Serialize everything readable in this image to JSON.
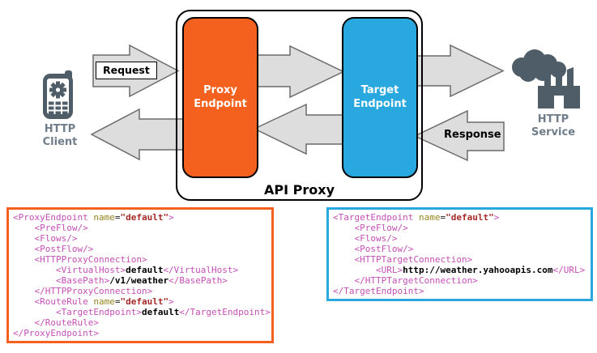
{
  "diagram": {
    "api_proxy_label": "API Proxy",
    "client_label": "HTTP\nClient",
    "service_label": "HTTP\nService",
    "proxy_endpoint_label": "Proxy\nEndpoint",
    "target_endpoint_label": "Target\nEndpoint",
    "request_label": "Request",
    "response_label": "Response"
  },
  "colors": {
    "proxy": "#F4611E",
    "target": "#29A8DF",
    "arrow_fill": "#DDDDDD",
    "arrow_stroke": "#6B6B6B",
    "icon": "#4E5D68",
    "label_gray": "#6F7E8A",
    "xml_tag": "#C44FB5",
    "xml_attr": "#95841F",
    "xml_val": "#A52A2A",
    "xml_text": "#000000"
  },
  "code_blocks": [
    {
      "title": "ProxyEndpoint configuration",
      "border_color": "#F4611E",
      "lines": [
        [
          {
            "t": "tag",
            "s": "<ProxyEndpoint"
          },
          {
            "t": "plain",
            "s": " "
          },
          {
            "t": "attr",
            "s": "name"
          },
          {
            "t": "plain",
            "s": "="
          },
          {
            "t": "val",
            "s": "\"default\""
          },
          {
            "t": "tag",
            "s": ">"
          }
        ],
        [
          {
            "t": "tag",
            "s": "    <PreFlow/>"
          }
        ],
        [
          {
            "t": "tag",
            "s": "    <Flows/>"
          }
        ],
        [
          {
            "t": "tag",
            "s": "    <PostFlow/>"
          }
        ],
        [
          {
            "t": "tag",
            "s": "    <HTTPProxyConnection>"
          }
        ],
        [
          {
            "t": "tag",
            "s": "        <VirtualHost>"
          },
          {
            "t": "txt",
            "s": "default"
          },
          {
            "t": "tag",
            "s": "</VirtualHost>"
          }
        ],
        [
          {
            "t": "tag",
            "s": "        <BasePath>"
          },
          {
            "t": "txt",
            "s": "/v1/weather"
          },
          {
            "t": "tag",
            "s": "</BasePath>"
          }
        ],
        [
          {
            "t": "tag",
            "s": "    </HTTPProxyConnection>"
          }
        ],
        [
          {
            "t": "tag",
            "s": "    <RouteRule"
          },
          {
            "t": "plain",
            "s": " "
          },
          {
            "t": "attr",
            "s": "name"
          },
          {
            "t": "plain",
            "s": "="
          },
          {
            "t": "val",
            "s": "\"default\""
          },
          {
            "t": "tag",
            "s": ">"
          }
        ],
        [
          {
            "t": "tag",
            "s": "        <TargetEndpoint>"
          },
          {
            "t": "txt",
            "s": "default"
          },
          {
            "t": "tag",
            "s": "</TargetEndpoint>"
          }
        ],
        [
          {
            "t": "tag",
            "s": "    </RouteRule>"
          }
        ],
        [
          {
            "t": "tag",
            "s": "</ProxyEndpoint>"
          }
        ]
      ]
    },
    {
      "title": "TargetEndpoint configuration",
      "border_color": "#29A8DF",
      "lines": [
        [
          {
            "t": "tag",
            "s": "<TargetEndpoint"
          },
          {
            "t": "plain",
            "s": " "
          },
          {
            "t": "attr",
            "s": "name"
          },
          {
            "t": "plain",
            "s": "="
          },
          {
            "t": "val",
            "s": "\"default\""
          },
          {
            "t": "tag",
            "s": ">"
          }
        ],
        [
          {
            "t": "tag",
            "s": "    <PreFlow/>"
          }
        ],
        [
          {
            "t": "tag",
            "s": "    <Flows/>"
          }
        ],
        [
          {
            "t": "tag",
            "s": "    <PostFlow/>"
          }
        ],
        [
          {
            "t": "tag",
            "s": "    <HTTPTargetConnection>"
          }
        ],
        [
          {
            "t": "tag",
            "s": "        <URL>"
          },
          {
            "t": "txt",
            "s": "http://weather.yahooapis.com"
          },
          {
            "t": "tag",
            "s": "</URL>"
          }
        ],
        [
          {
            "t": "tag",
            "s": "    </HTTPTargetConnection>"
          }
        ],
        [
          {
            "t": "tag",
            "s": "</TargetEndpoint>"
          }
        ]
      ]
    }
  ]
}
